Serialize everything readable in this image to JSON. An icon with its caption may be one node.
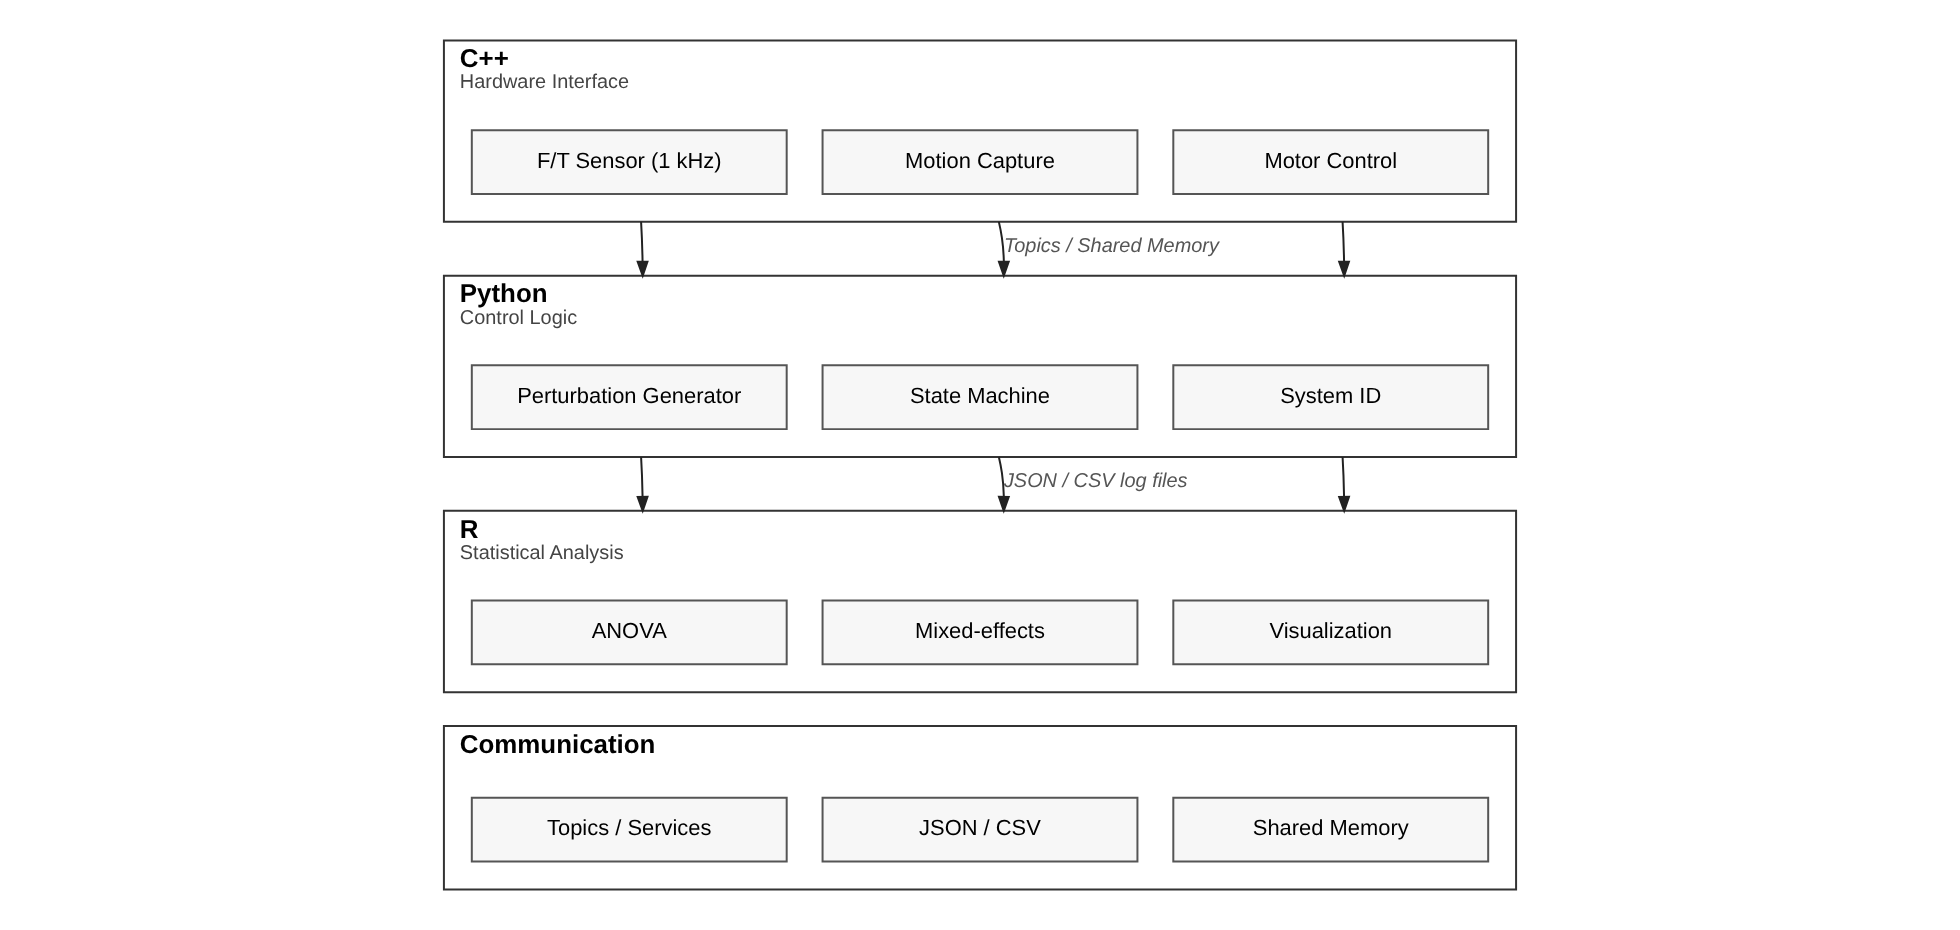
{
  "diagram": {
    "nodes": [
      {
        "text": [
          "C++",
          "Hardware Interface"
        ]
      },
      {
        "text": [
          "F/T Sensor (1 kHz)"
        ],
        "in": 0
      },
      {
        "text": [
          "Motion Capture"
        ],
        "in": 0
      },
      {
        "text": [
          "Motor Control"
        ],
        "in": 0
      },
      {
        "text": [
          "Python",
          "Control Logic"
        ]
      },
      {
        "text": [
          "Perturbation Generator"
        ],
        "in": 4
      },
      {
        "text": [
          "State Machine"
        ],
        "in": 4
      },
      {
        "text": [
          "System ID"
        ],
        "in": 4
      },
      {
        "text": [
          "R",
          "Statistical Analysis"
        ]
      },
      {
        "text": [
          "ANOVA"
        ],
        "in": 8
      },
      {
        "text": [
          "Mixed-effects"
        ],
        "in": 8
      },
      {
        "text": [
          "Visualization"
        ],
        "in": 8
      },
      {
        "text": [
          "Communication"
        ]
      },
      {
        "text": [
          "Topics / Services"
        ],
        "in": 12
      },
      {
        "text": [
          "JSON / CSV"
        ],
        "in": 12
      },
      {
        "text": [
          "Shared Memory"
        ],
        "in": 12
      }
    ],
    "edges": [
      {
        "from": 0,
        "to": 4,
        "arrow": "to"
      },
      {
        "from": 0,
        "to": 4,
        "arrow": "to",
        "label": "Topics / Shared Memory"
      },
      {
        "from": 0,
        "to": 4,
        "arrow": "to"
      },
      {
        "from": 4,
        "to": 8,
        "arrow": "to"
      },
      {
        "from": 4,
        "to": 8,
        "arrow": "to",
        "label": "JSON / CSV log files"
      },
      {
        "from": 4,
        "to": 8,
        "arrow": "to"
      }
    ]
  }
}
